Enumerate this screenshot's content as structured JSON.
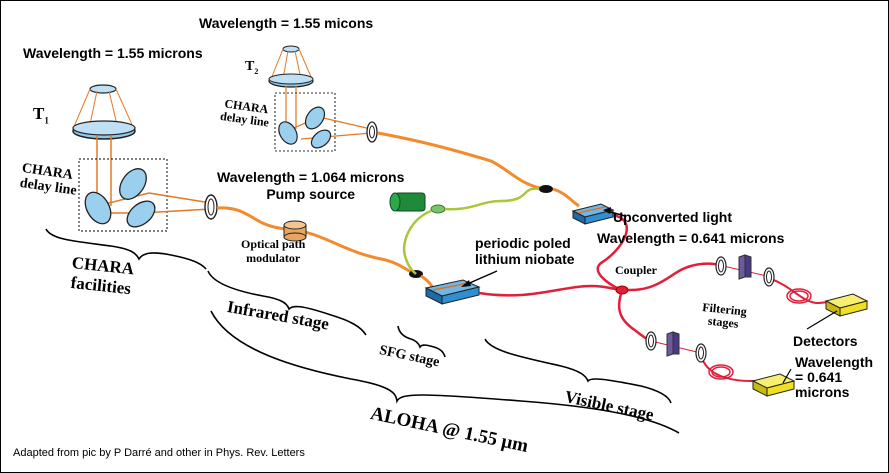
{
  "labels": {
    "wavelength_t1": "Wavelength = 1.55 microns",
    "wavelength_t2": "Wavelength = 1.55 micons",
    "t1": "T",
    "t1_sub": "1",
    "t2": "T",
    "t2_sub": "2",
    "chara_delay_1_line1": "CHARA",
    "chara_delay_1_line2": "delay line",
    "chara_delay_2_line1": "CHARA",
    "chara_delay_2_line2": "delay line",
    "pump_wavelength": "Wavelength = 1.064 microns",
    "pump_source": "Pump source",
    "opm_line1": "Optical path",
    "opm_line2": "modulator",
    "ppln_line1": "periodic poled",
    "ppln_line2": "lithium niobate",
    "upconverted": "Upconverted light",
    "upconverted_wavelength": "Wavelength = 0.641 microns",
    "coupler": "Coupler",
    "filtering_line1": "Filtering",
    "filtering_line2": "stages",
    "detectors": "Detectors",
    "det_wl_line1": "Wavelength",
    "det_wl_line2": "= 0.641",
    "det_wl_line3": "microns",
    "chara_fac_line1": "CHARA",
    "chara_fac_line2": "facilities",
    "infrared_stage": "Infrared stage",
    "sfg_stage": "SFG stage",
    "visible_stage": "Visible stage",
    "aloha": "ALOHA @ 1.55 µm",
    "credit": "Adapted from pic by  P Darré and other in Phys. Rev. Letters"
  },
  "colors": {
    "infrared_beam": "#f28a2e",
    "visible_fiber": "#e0203a",
    "pump_fiber": "#a8c83a",
    "crystal": "#2f8fd0",
    "detector": "#f0e020",
    "filter": "#6a5aa0",
    "mirror": "#9ad0ee",
    "pump_laser": "#1f8a3a"
  },
  "icons": {
    "telescope": "telescope-icon",
    "mirror": "mirror-icon",
    "lens": "lens-icon",
    "crystal": "ppln-crystal-icon",
    "detector": "detector-icon"
  }
}
